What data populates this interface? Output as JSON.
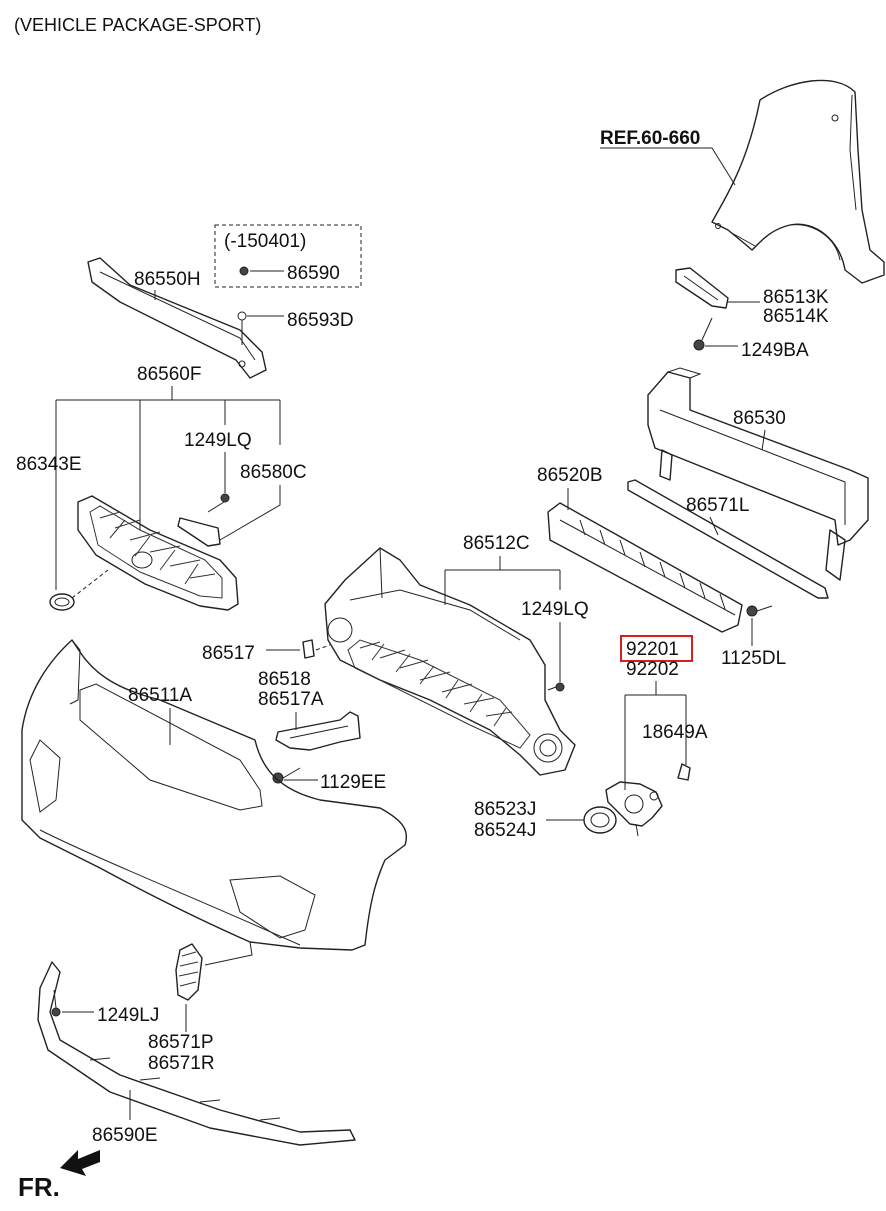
{
  "header": {
    "title": "(VEHICLE PACKAGE-SPORT)"
  },
  "reference": {
    "label": "REF.60-660"
  },
  "direction": {
    "label": "FR."
  },
  "date_note": {
    "label": "(-150401)"
  },
  "highlight": {
    "part_number": "92201",
    "color": "#d62020"
  },
  "callouts": {
    "p86550H": "86550H",
    "p86590": "86590",
    "p86593D": "86593D",
    "p86560F": "86560F",
    "p1249LQ_a": "1249LQ",
    "p86343E": "86343E",
    "p86580C": "86580C",
    "p86513K": "86513K",
    "p86514K": "86514K",
    "p1249BA": "1249BA",
    "p86530": "86530",
    "p86520B": "86520B",
    "p86571L": "86571L",
    "p86512C": "86512C",
    "p1249LQ_b": "1249LQ",
    "p92201": "92201",
    "p92202": "92202",
    "p1125DL": "1125DL",
    "p86517": "86517",
    "p86518": "86518",
    "p86517A": "86517A",
    "p86511A": "86511A",
    "p18649A": "18649A",
    "p1129EE": "1129EE",
    "p86523J": "86523J",
    "p86524J": "86524J",
    "p1249LJ": "1249LJ",
    "p86571P": "86571P",
    "p86571R": "86571R",
    "p86590E": "86590E"
  }
}
